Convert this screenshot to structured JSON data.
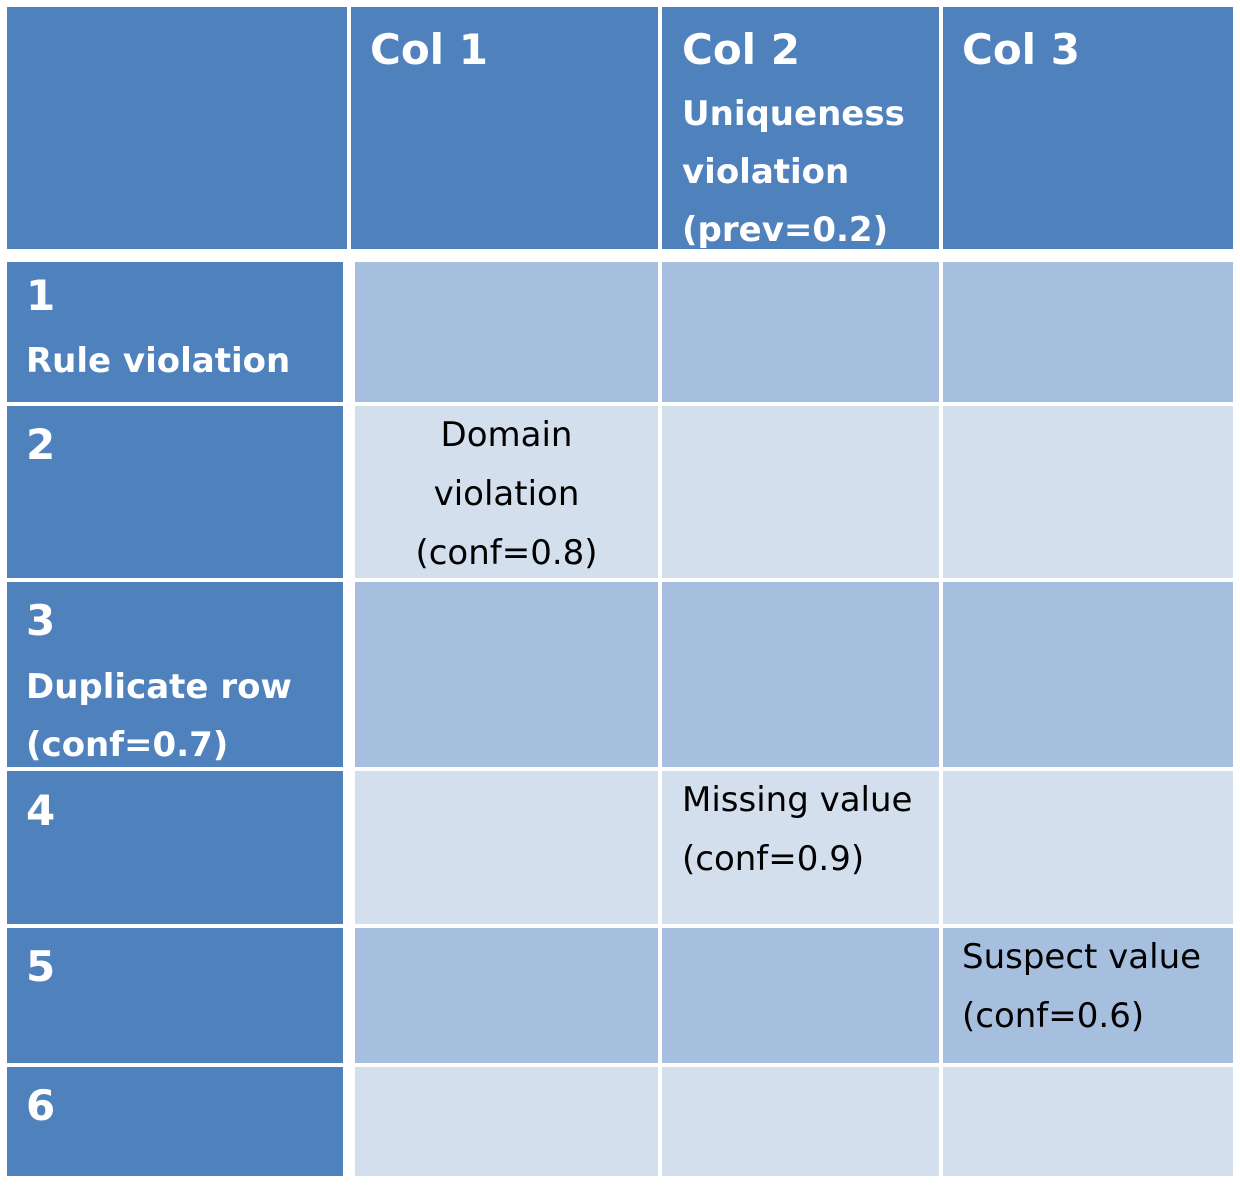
{
  "columns": [
    {
      "label": "Col 1",
      "note": ""
    },
    {
      "label": "Col 2",
      "note": "Uniqueness violation (prev=0.2)"
    },
    {
      "label": "Col 3",
      "note": ""
    }
  ],
  "rows": [
    {
      "label": "1",
      "note": "Rule violation"
    },
    {
      "label": "2",
      "note": ""
    },
    {
      "label": "3",
      "note": "Duplicate row (conf=0.7)"
    },
    {
      "label": "4",
      "note": ""
    },
    {
      "label": "5",
      "note": ""
    },
    {
      "label": "6",
      "note": ""
    }
  ],
  "cells": {
    "r2c1": "Domain violation (conf=0.8)",
    "r4c2": "Missing value (conf=0.9)",
    "r5c3": "Suspect value (conf=0.6)"
  },
  "colors": {
    "header": "#4f81bd",
    "cell_dark": "#a7bfdf",
    "cell_light": "#d3dfed",
    "header_text": "#ffffff",
    "cell_text": "#000000"
  }
}
